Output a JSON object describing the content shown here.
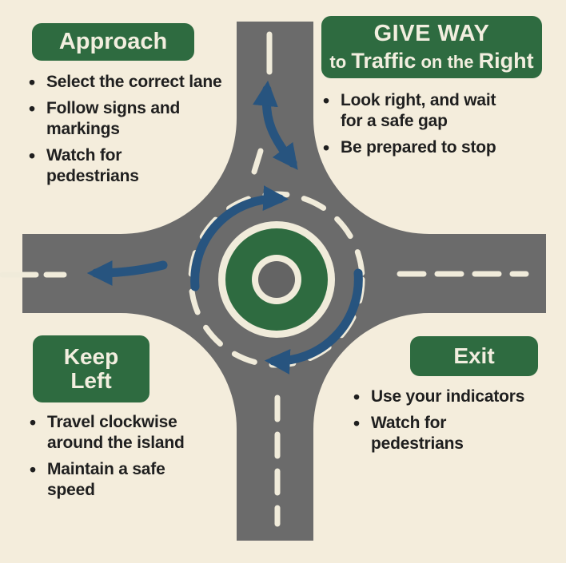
{
  "diagram": {
    "type": "roundabout-rules-infographic",
    "colors": {
      "background": "#F4EDDC",
      "road": "#6B6B6B",
      "green": "#2E6B40",
      "arrow_blue": "#27547F",
      "marking": "#F0EBDA",
      "text_dark": "#1F1F1F",
      "panel_text": "#F2EEDF"
    },
    "glyphs": {
      "bullet": "•"
    },
    "panels": {
      "approach": {
        "title": "Approach",
        "bullets": [
          "Select the correct lane",
          "Follow signs and\nmarkings",
          "Watch for\npedestrians"
        ]
      },
      "give_way": {
        "title_line1": "GIVE WAY",
        "line2_small_1": "to",
        "line2_large_1": "Traffic",
        "line2_small_2": "on the",
        "line2_large_2": "Right",
        "bullets": [
          "Look right, and wait\nfor a safe gap",
          "Be prepared to stop"
        ]
      },
      "keep_left": {
        "title_line1": "Keep",
        "title_line2": "Left",
        "bullets": [
          "Travel clockwise\naround the island",
          "Maintain a safe\nspeed"
        ]
      },
      "exit": {
        "title": "Exit",
        "bullets": [
          "Use your indicators",
          "Watch for\npedestrians"
        ]
      }
    }
  }
}
